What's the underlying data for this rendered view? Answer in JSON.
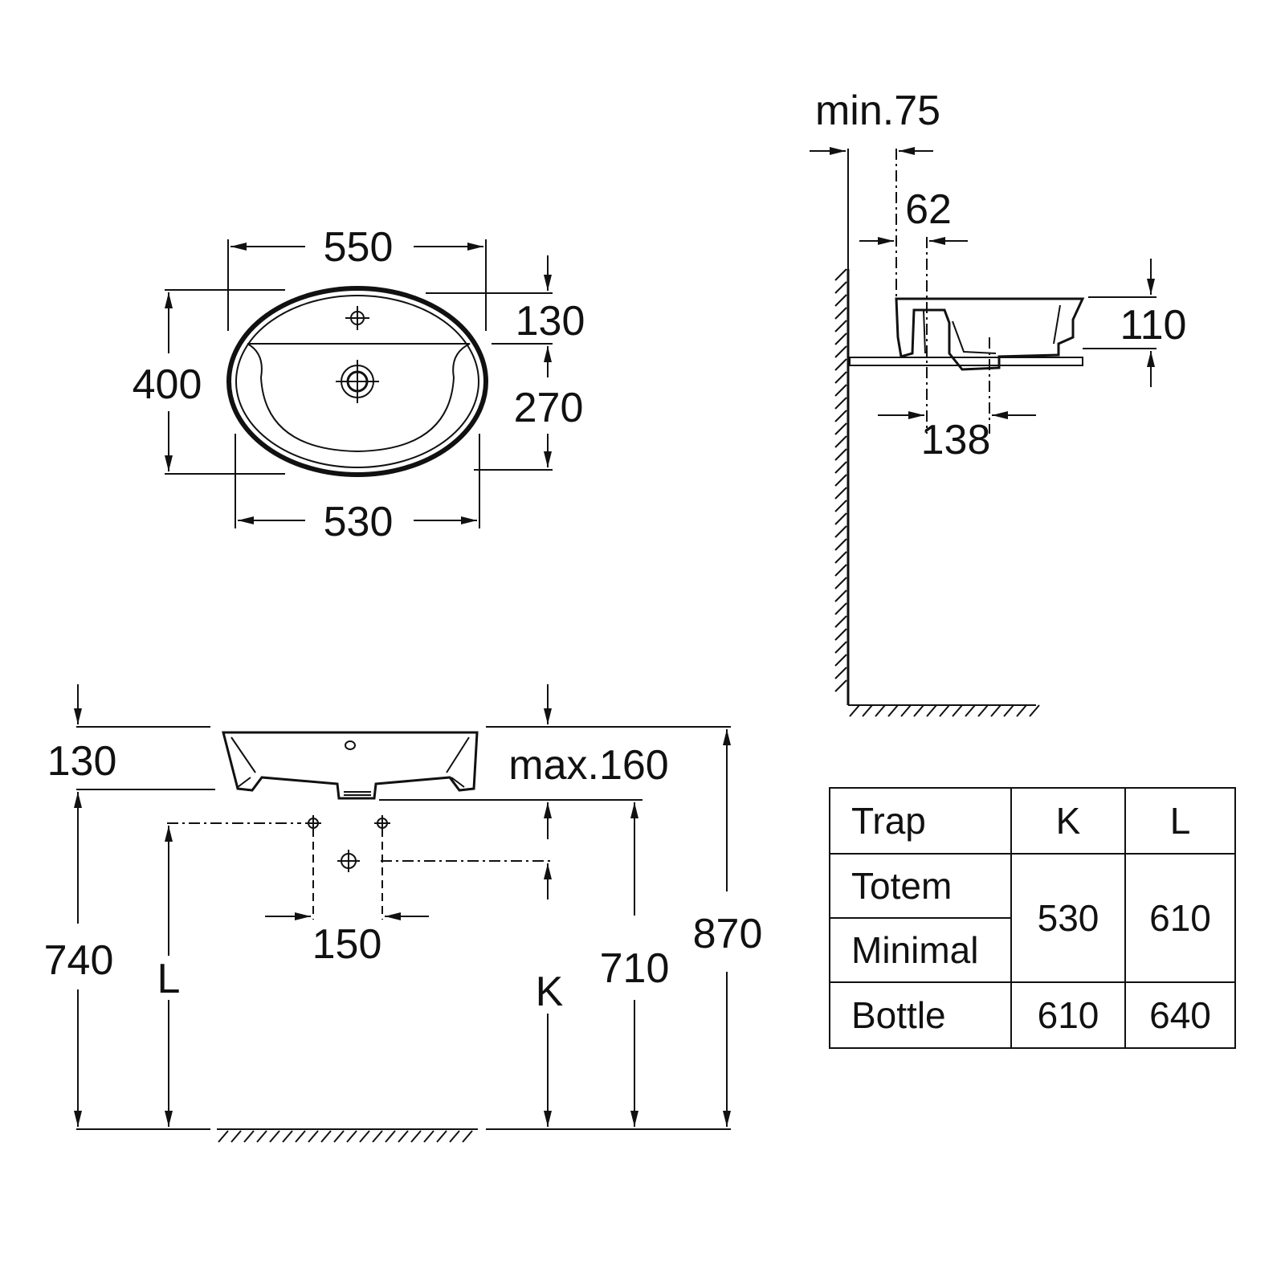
{
  "top_view": {
    "overall_width": "550",
    "rim_width": "530",
    "overall_depth": "400",
    "tap_deck_depth": "130",
    "bowl_depth": "270"
  },
  "side_view": {
    "wall_clearance": "min.75",
    "rim_offset": "62",
    "height": "110",
    "waste_offset": "138"
  },
  "front_view": {
    "basin_height": "130",
    "max_height": "max.160",
    "floor_to_rim_min": "740",
    "trap_l_label": "L",
    "waste_spacing": "150",
    "trap_k_label": "K",
    "floor_to_waste": "710",
    "floor_to_rim_max": "870"
  },
  "trap_table": {
    "headers": [
      "Trap",
      "K",
      "L"
    ],
    "rows": [
      {
        "name": "Totem",
        "k": "530",
        "l": "610"
      },
      {
        "name": "Minimal",
        "k": "530",
        "l": "610"
      },
      {
        "name": "Bottle",
        "k": "610",
        "l": "640"
      }
    ]
  }
}
